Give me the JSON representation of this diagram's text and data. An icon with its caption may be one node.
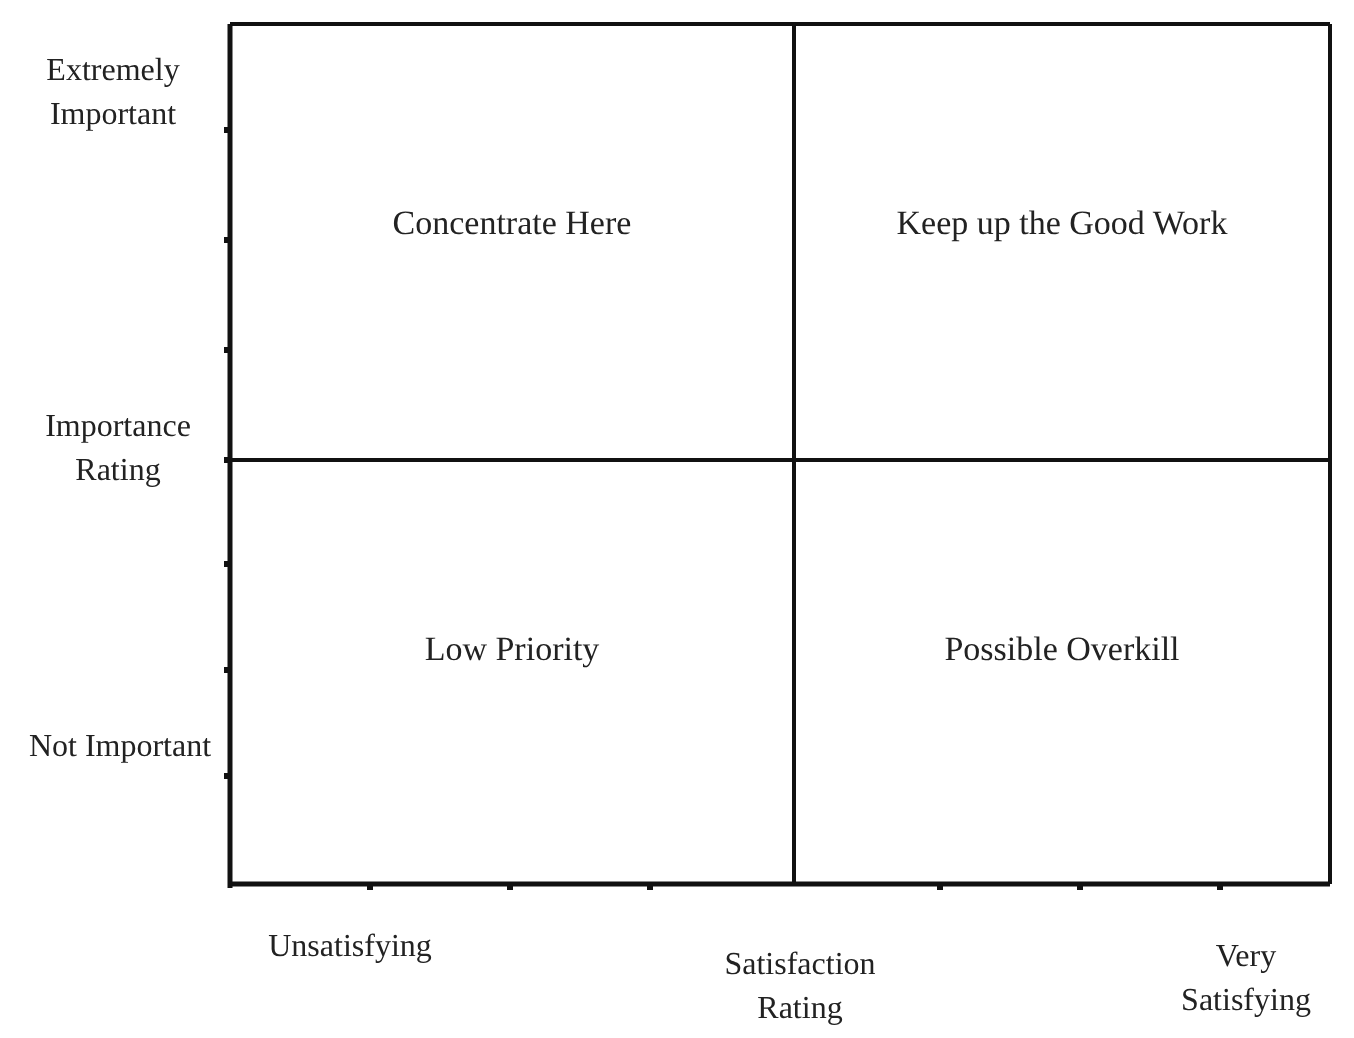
{
  "diagram": {
    "nodes": [
      {
        "text": [
          "Concentrate Here"
        ]
      },
      {
        "text": [
          "Keep up the Good Work"
        ]
      },
      {
        "text": [
          "Low Priority"
        ]
      },
      {
        "text": [
          "Possible Overkill"
        ]
      }
    ],
    "labels": [
      "Extremely Important",
      "Importance Rating",
      "Not Important",
      "Unsatisfying",
      "Satisfaction Rating",
      "Very Satisfying"
    ]
  }
}
